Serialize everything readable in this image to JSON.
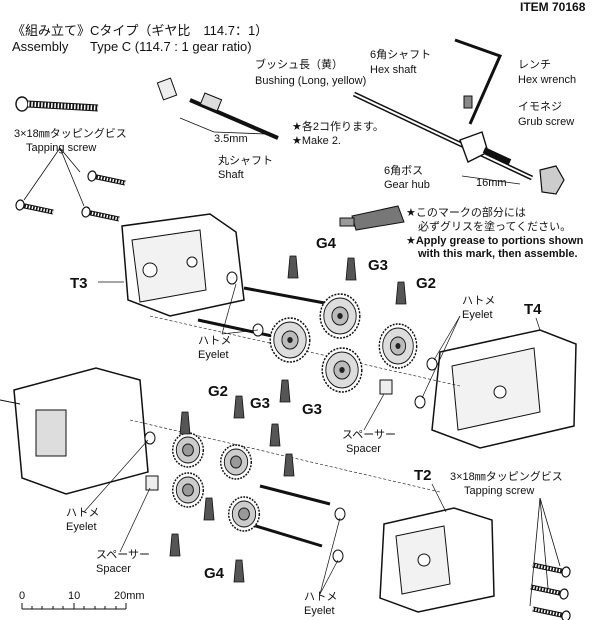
{
  "header": {
    "item": "ITEM 70168",
    "jp_title": "《組み立て》",
    "en_title": "Assembly",
    "type_jp": "Cタイプ（ギヤ比　114.7：1）",
    "type_en": "Type C (114.7 : 1 gear ratio)"
  },
  "parts": {
    "bushing_jp": "ブッシュ長（黄）",
    "bushing_en": "Bushing (Long, yellow)",
    "shaft_jp": "丸シャフト",
    "shaft_en": "Shaft",
    "dim_35": "3.5mm",
    "make2_jp": "★各2コ作ります。",
    "make2_en": "★Make 2.",
    "hexshaft_jp": "6角シャフト",
    "hexshaft_en": "Hex shaft",
    "wrench_jp": "レンチ",
    "wrench_en": "Hex wrench",
    "grub_jp": "イモネジ",
    "grub_en": "Grub screw",
    "hub_jp": "6角ボス",
    "hub_en": "Gear hub",
    "dim_16": "16mm",
    "screw_jp": "3×18㎜タッピングビス",
    "screw_en": "Tapping screw"
  },
  "grease": {
    "jp1": "★このマークの部分には",
    "jp2": "必ずグリスを塗ってください。",
    "en1": "★Apply grease to portions shown",
    "en2": "with this mark, then assemble."
  },
  "labels": {
    "t3": "T3",
    "t4": "T4",
    "t2": "T2",
    "g4a": "G4",
    "g3a": "G3",
    "g2a": "G2",
    "g3b": "G3",
    "g2b": "G2",
    "g3c": "G3",
    "g4b": "G4",
    "eyelet_jp": "ハトメ",
    "eyelet_en": "Eyelet",
    "spacer_jp": "スペーサー",
    "spacer_en": "Spacer",
    "screw2_jp": "3×18㎜タッピングビス",
    "screw2_en": "Tapping screw"
  },
  "scale": {
    "s0": "0",
    "s10": "10",
    "s20": "20mm"
  }
}
